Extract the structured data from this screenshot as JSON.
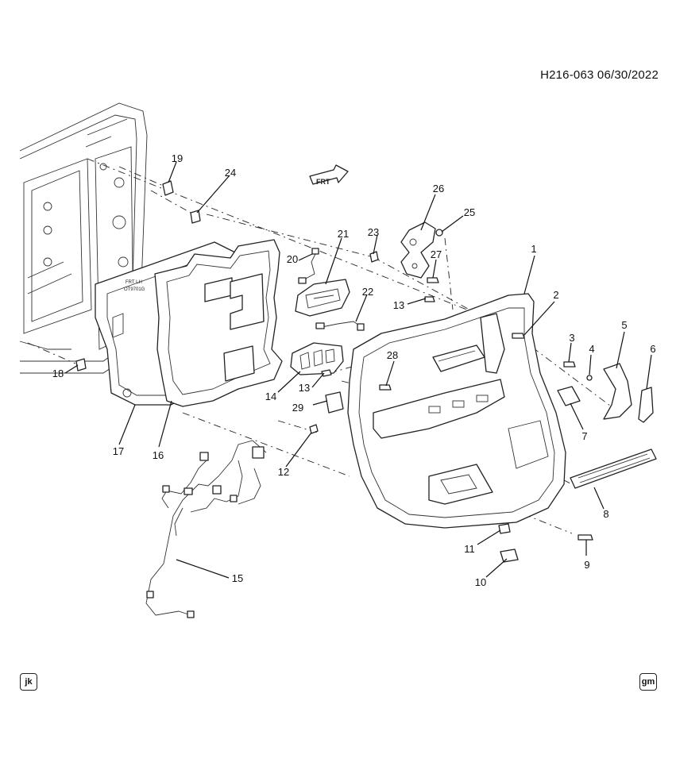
{
  "header": {
    "code": "H216-063 06/30/2022"
  },
  "direction_arrow": {
    "label": "FRT"
  },
  "corner_badges": {
    "left": "jk",
    "right": "gm"
  },
  "panel_text": {
    "line1": "FRT LH",
    "line2": "OT9701G"
  },
  "callouts": [
    "1",
    "2",
    "3",
    "4",
    "5",
    "6",
    "7",
    "8",
    "9",
    "10",
    "11",
    "12",
    "13",
    "13",
    "14",
    "15",
    "16",
    "17",
    "18",
    "19",
    "20",
    "21",
    "22",
    "23",
    "24",
    "25",
    "26",
    "27",
    "28",
    "29"
  ]
}
